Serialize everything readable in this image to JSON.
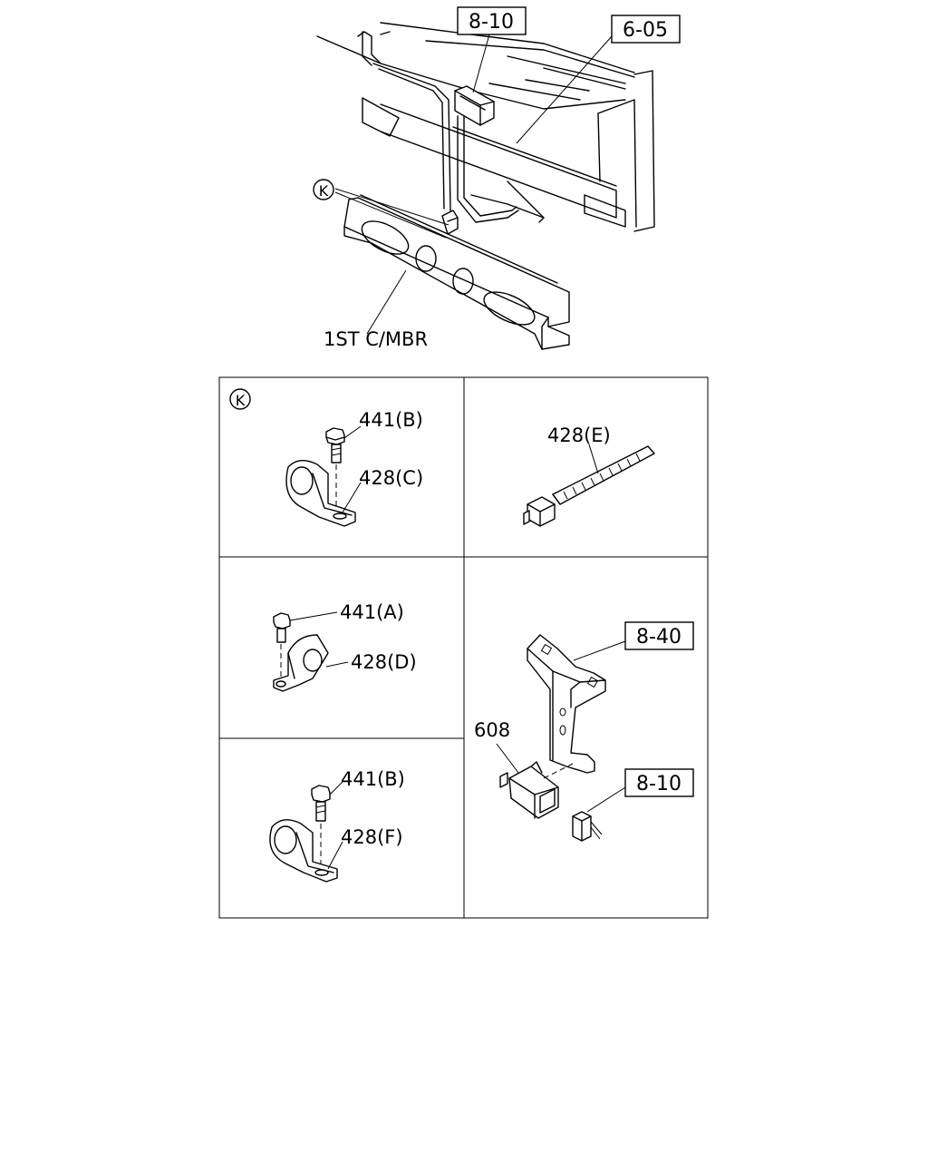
{
  "top_view": {
    "ref_8_10": "8-10",
    "ref_6_05": "6-05",
    "detail_marker": "K",
    "member_label": "1ST C/MBR"
  },
  "panels": {
    "k_detail": {
      "marker": "K",
      "bolt_label": "441(B)",
      "clip_label": "428(C)"
    },
    "tie_strap": {
      "label": "428(E)"
    },
    "clip_d": {
      "bolt_label": "441(A)",
      "clip_label": "428(D)"
    },
    "clip_f": {
      "bolt_label": "441(B)",
      "clip_label": "428(F)"
    },
    "relay_bracket": {
      "ref_8_40": "8-40",
      "part_label": "608",
      "ref_8_10": "8-10"
    }
  }
}
